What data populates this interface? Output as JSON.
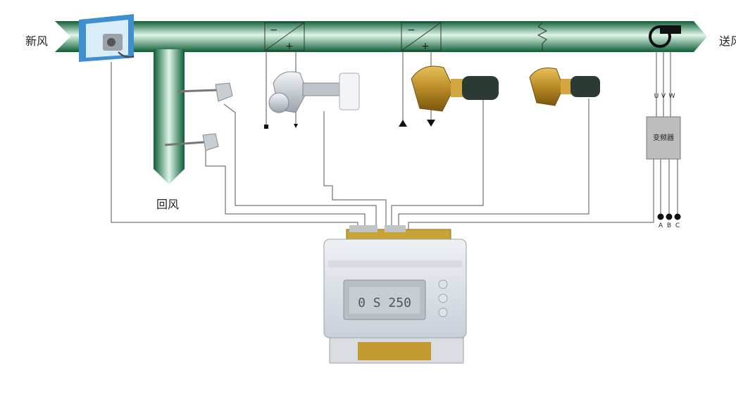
{
  "labels": {
    "fresh_air": "新风",
    "supply_air": "送风",
    "return_air": "回风",
    "inverter": "变频器"
  },
  "terminals": {
    "u": "U",
    "v": "V",
    "w": "W",
    "a": "A",
    "b": "B",
    "c": "C"
  },
  "coil_signs": {
    "minus": "−",
    "plus": "+"
  },
  "controller": {
    "display_text": "0 S 250"
  },
  "colors": {
    "duct_dark": "#1f7a47",
    "duct_light": "#cfeee0",
    "wire": "#555555",
    "brass": "#b88a2a",
    "actuator": "#2b3a33"
  }
}
